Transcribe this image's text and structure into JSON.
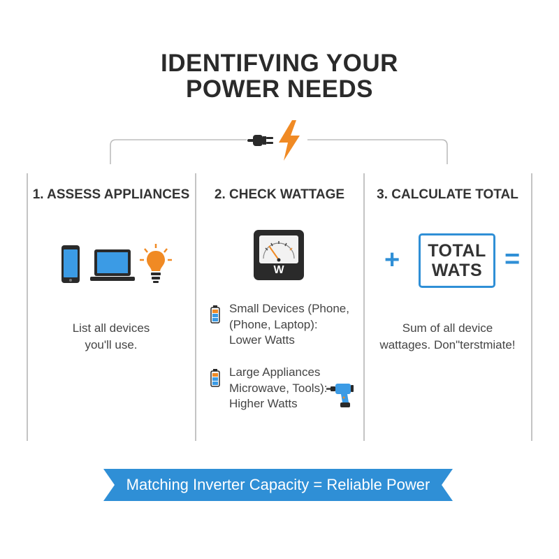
{
  "title": {
    "line1": "IDENTIFVING YOUR",
    "line2": "POWER NEEDS"
  },
  "columns": [
    {
      "heading": "1. ASSESS APPLIANCES",
      "icons": [
        "smartphone-icon",
        "laptop-icon",
        "lightbulb-icon"
      ],
      "description": [
        "List all devices",
        "you'll use."
      ]
    },
    {
      "heading": "2. CHECK WATTAGE",
      "meter_label": "W",
      "items": [
        {
          "lines": [
            "Small Devices (Phone,",
            "(Phone, Laptop):",
            "Lower Watts"
          ]
        },
        {
          "lines": [
            "Large Appliances",
            "Microwave, Tools):",
            "Higher Watts"
          ]
        }
      ]
    },
    {
      "heading": "3. CALCULATE TOTAL",
      "plus": "+",
      "equals": "=",
      "total_box": [
        "TOTAL",
        "WATS"
      ],
      "description": [
        "Sum of all device",
        "wattages. Don\"terstmiate!"
      ]
    }
  ],
  "banner": "Matching Inverter Capacity = Reliable Power",
  "colors": {
    "accent_blue": "#2f8fd6",
    "accent_orange": "#f08a24",
    "text_dark": "#2a2a2a",
    "divider": "#c4c4c4"
  }
}
